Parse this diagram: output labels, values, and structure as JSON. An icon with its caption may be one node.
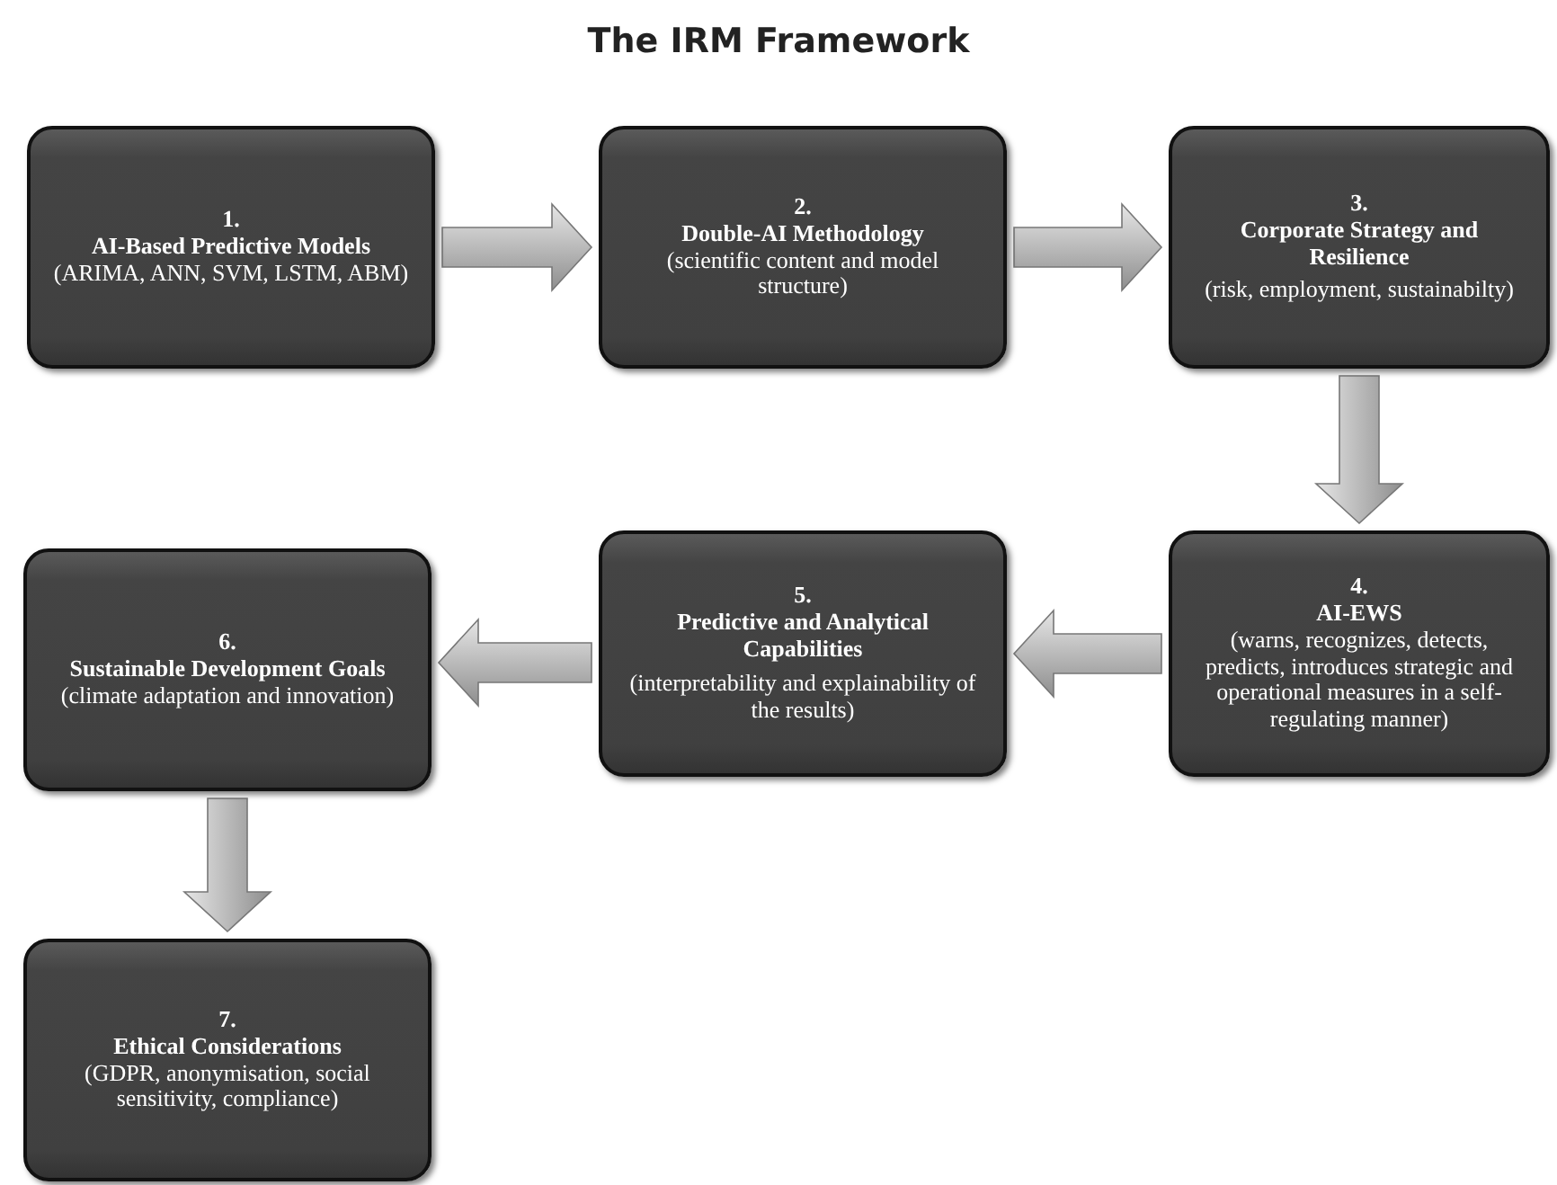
{
  "diagram": {
    "title": "The IRM Framework",
    "nodes": [
      {
        "text": [
          "1.",
          "AI-Based Predictive Models",
          "(ARIMA, ANN, SVM, LSTM, ABM)"
        ]
      },
      {
        "text": [
          "2.",
          "Double-AI Methodology",
          "(scientific content and model structure)"
        ]
      },
      {
        "text": [
          "3.",
          "Corporate Strategy and Resilience",
          "(risk, employment, sustainabilty)"
        ]
      },
      {
        "text": [
          "4.",
          "AI-EWS",
          "(warns, recognizes, detects, predicts, introduces strategic and operational measures in a self-regulating manner)"
        ]
      },
      {
        "text": [
          "5.",
          "Predictive and Analytical Capabilities",
          "(interpretability and explainability of the results)"
        ]
      },
      {
        "text": [
          "6.",
          "Sustainable Development Goals",
          "(climate adaptation and innovation)"
        ]
      },
      {
        "text": [
          "7.",
          "Ethical Considerations",
          "(GDPR, anonymisation, social sensitivity, compliance)"
        ]
      }
    ],
    "edges": [
      {
        "from": 0,
        "to": 1,
        "arrow": "to"
      },
      {
        "from": 1,
        "to": 2,
        "arrow": "to"
      },
      {
        "from": 2,
        "to": 3,
        "arrow": "to"
      },
      {
        "from": 3,
        "to": 4,
        "arrow": "to"
      },
      {
        "from": 4,
        "to": 5,
        "arrow": "to"
      },
      {
        "from": 5,
        "to": 6,
        "arrow": "to"
      }
    ]
  }
}
